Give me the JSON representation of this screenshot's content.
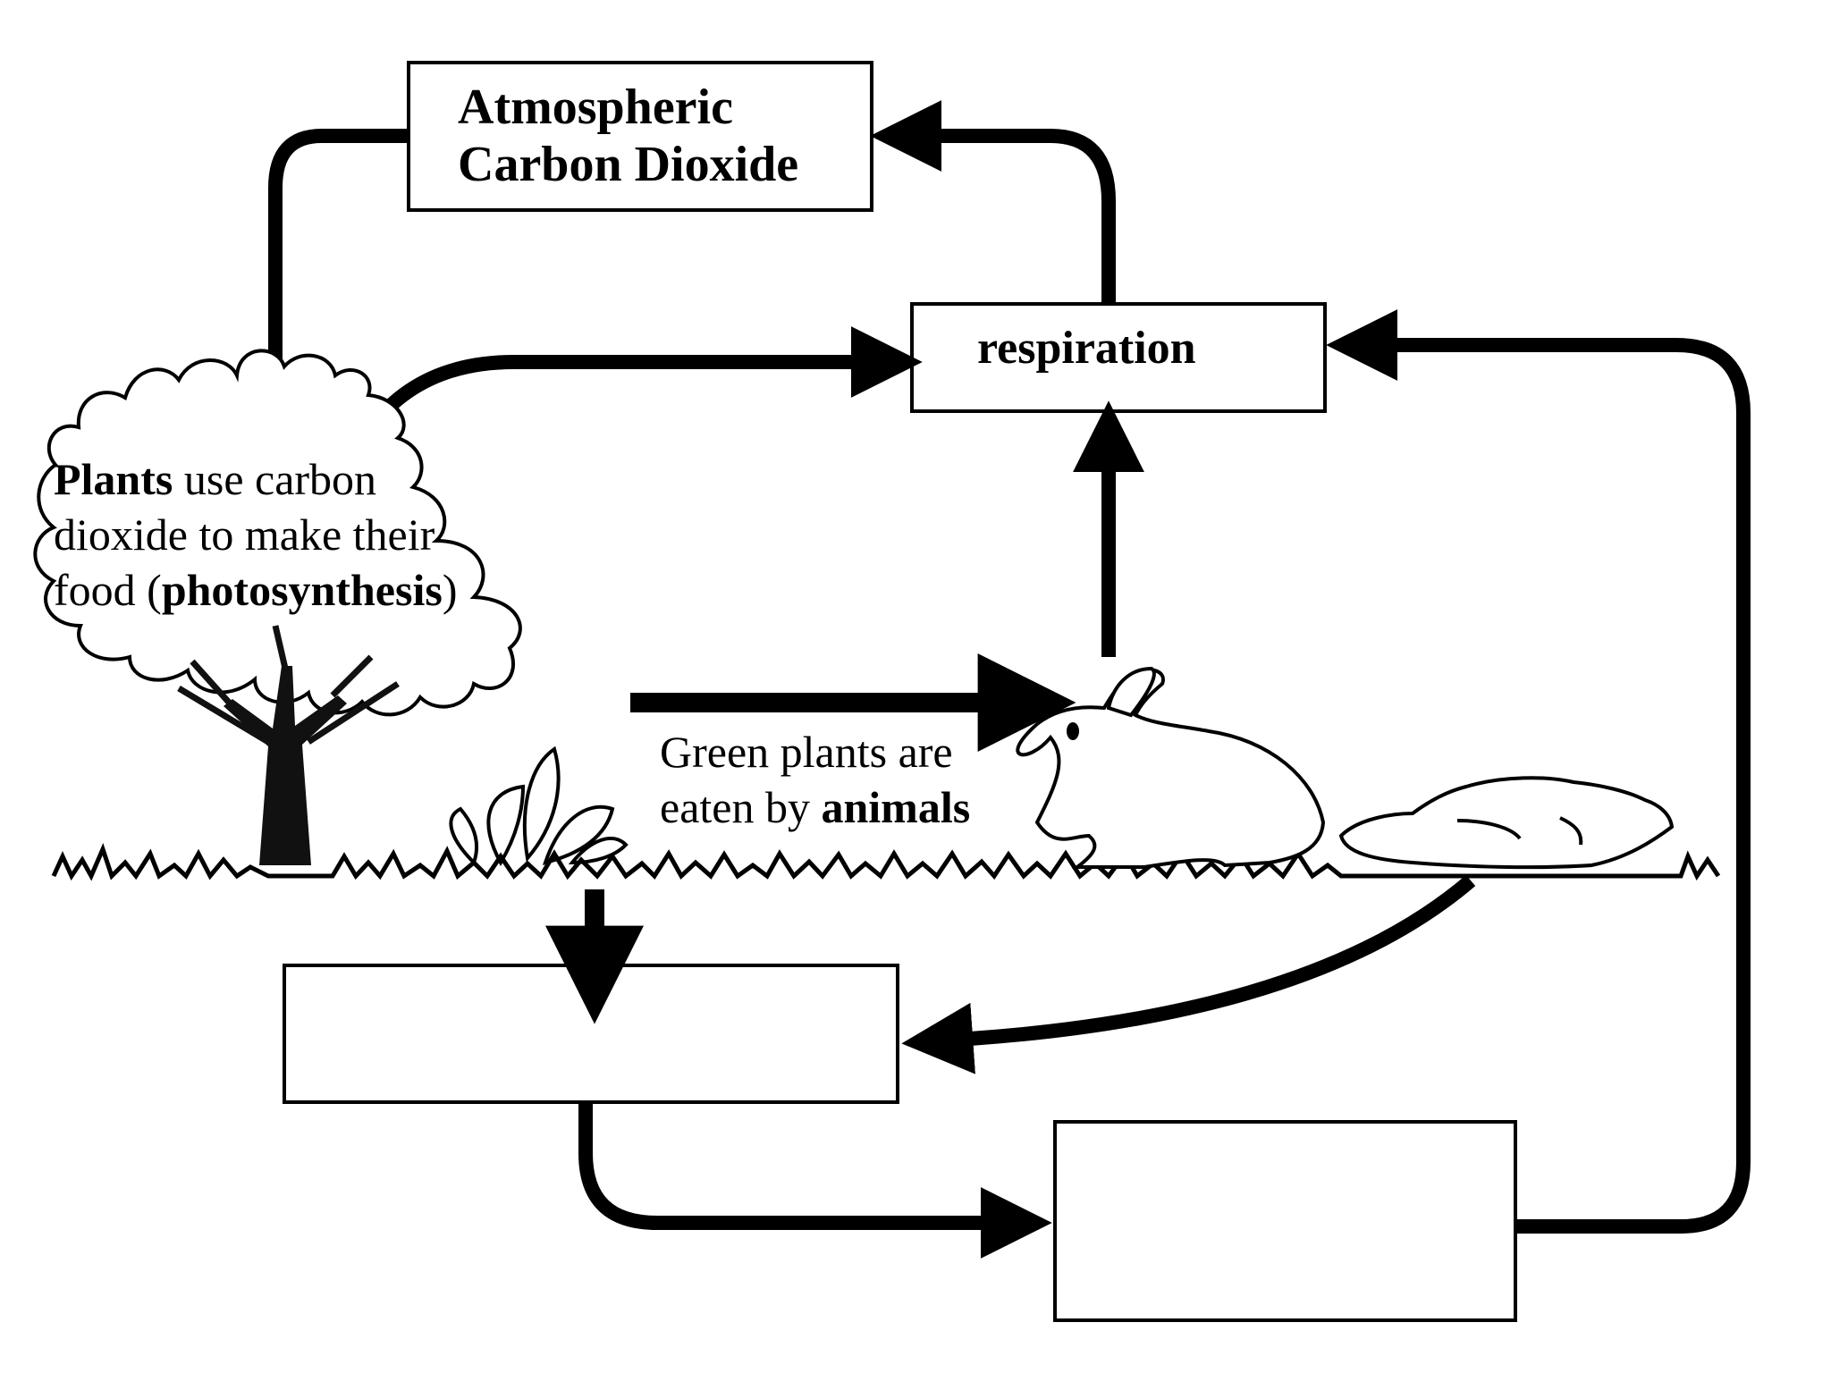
{
  "diagram": {
    "atmosphere_box": {
      "line1": "Atmospheric",
      "line2": "Carbon Dioxide"
    },
    "respiration_box": {
      "label": "respiration"
    },
    "plants_note": {
      "line1_bold": "Plants",
      "line1_rest": " use carbon",
      "line2": "dioxide to make their",
      "line3_start": "food (",
      "line3_bold": "photosynthesis",
      "line3_end": ")"
    },
    "animals_note": {
      "line1": "Green plants are",
      "line2_start": "eaten by ",
      "line2_bold": "animals"
    },
    "blank_box_left": "",
    "blank_box_right": ""
  }
}
